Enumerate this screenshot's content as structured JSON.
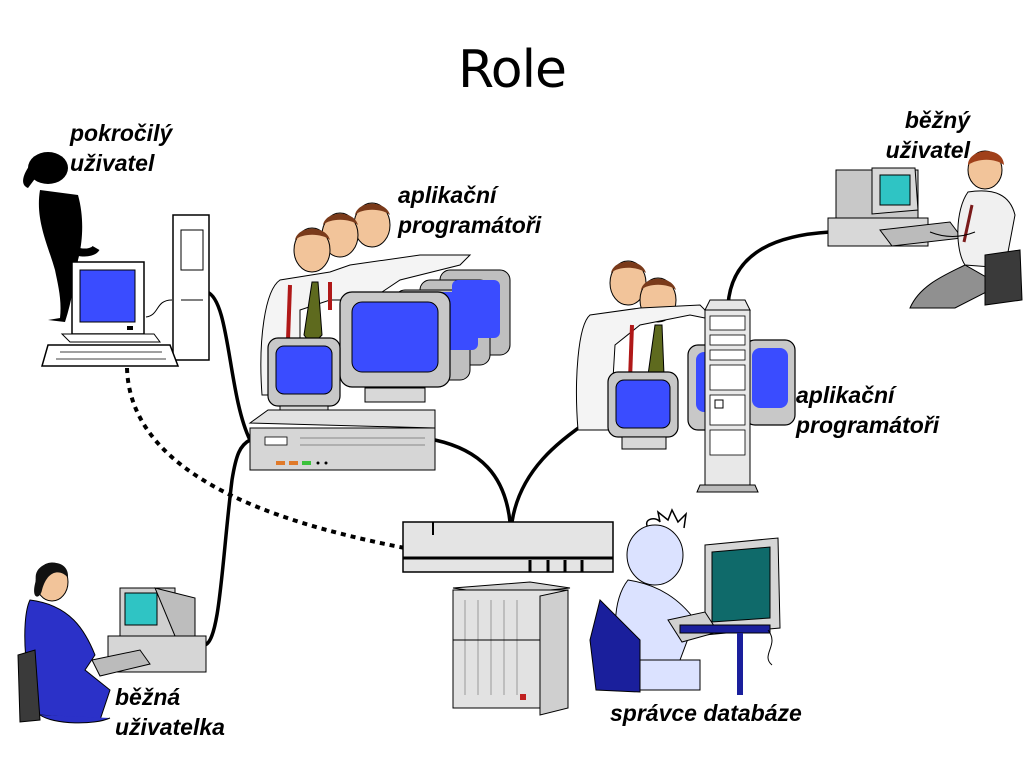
{
  "title": "Role",
  "labels": {
    "advanced_user": [
      "pokročilý",
      "uživatel"
    ],
    "app_programmers_left": [
      "aplikační",
      "programátoři"
    ],
    "regular_user_male": [
      "běžný",
      "uživatel"
    ],
    "app_programmers_right": [
      "aplikační",
      "programátoři"
    ],
    "regular_user_female": [
      "běžná",
      "uživatelka"
    ],
    "db_admin": [
      "správce databáze"
    ]
  },
  "colors": {
    "screen_blue": "#3a4cff",
    "screen_cyan": "#2fc4c4",
    "screen_teal": "#0f6a6a",
    "device_grey": "#c8c8c8",
    "user_blue": "#2b31c8"
  }
}
